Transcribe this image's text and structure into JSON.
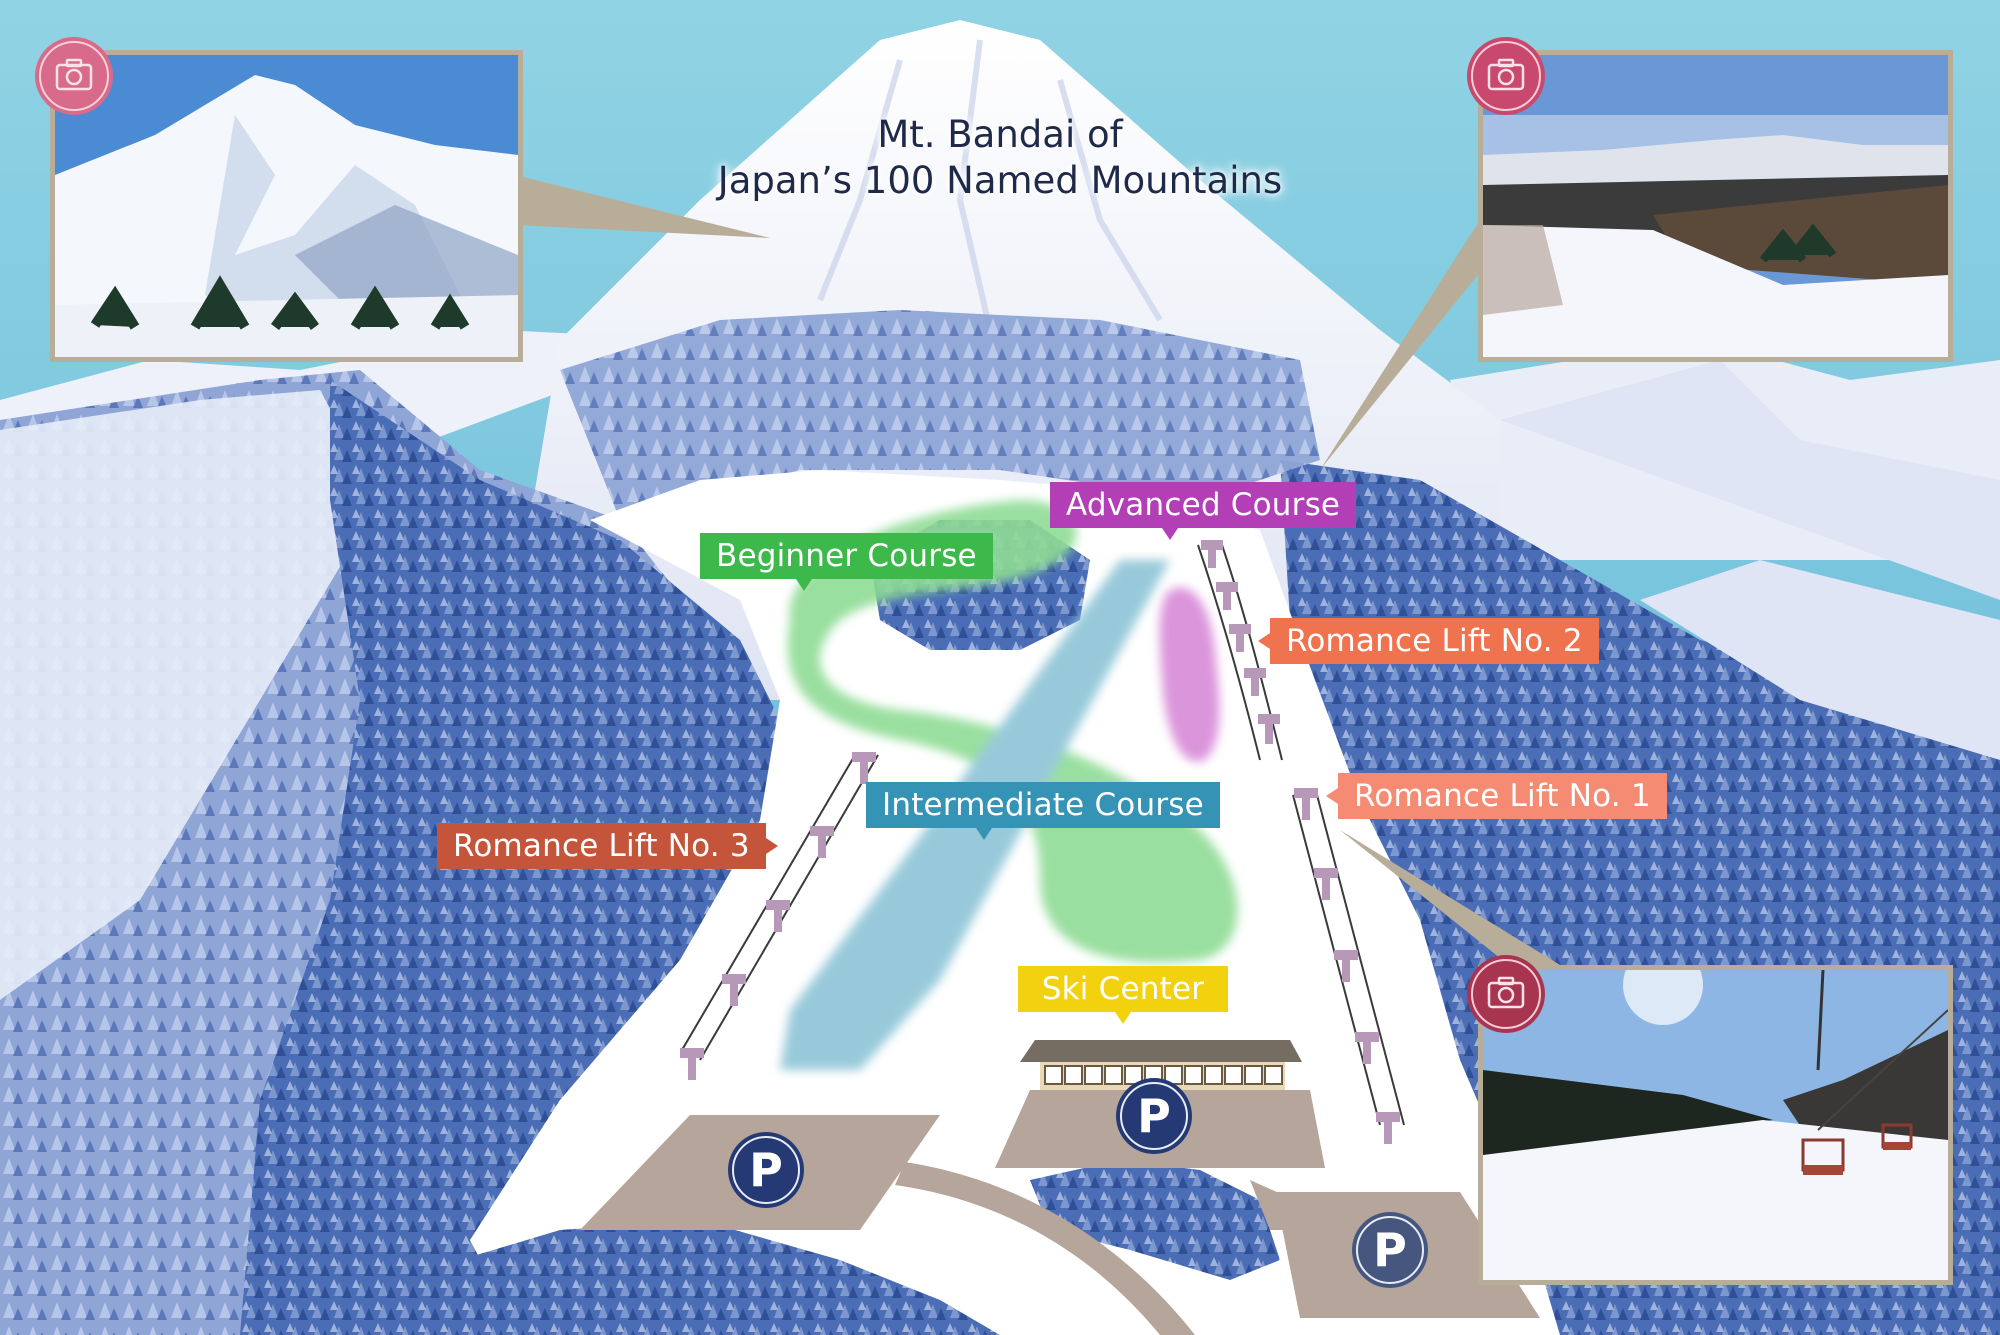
{
  "map": {
    "title_line1": "Mt. Bandai of",
    "title_line2": "Japan’s 100 Named Mountains",
    "colors": {
      "sky": "#8bd0e1",
      "forest": "#3d5fa8",
      "snow": "#ffffff",
      "parking_lot": "#b5a59a",
      "photo_frame": "#b8ad98",
      "camera_badge": "#d86a8a"
    }
  },
  "courses": [
    {
      "id": "beginner",
      "label": "Beginner Course",
      "color": "#3db84a",
      "fill": "#8fdc95"
    },
    {
      "id": "advanced",
      "label": "Advanced Course",
      "color": "#b23fb6",
      "fill": "#d88ad8"
    },
    {
      "id": "intermediate",
      "label": "Intermediate Course",
      "color": "#3593b5",
      "fill": "#8dc4d6"
    }
  ],
  "lifts": [
    {
      "id": "lift2",
      "label": "Romance Lift No. 2",
      "color": "#f0734f"
    },
    {
      "id": "lift1",
      "label": "Romance Lift No. 1",
      "color": "#f58b72"
    },
    {
      "id": "lift3",
      "label": "Romance Lift No. 3",
      "color": "#c5553a"
    }
  ],
  "facilities": {
    "ski_center": {
      "label": "Ski Center",
      "color": "#f2d20f"
    },
    "parking": [
      {
        "id": "parking-left",
        "symbol": "P"
      },
      {
        "id": "parking-center",
        "symbol": "P"
      },
      {
        "id": "parking-right",
        "symbol": "P"
      }
    ]
  },
  "photos": [
    {
      "id": "photo-mt-bandai",
      "icon": "camera-icon",
      "subject": "Snow-covered Mt. Bandai peak"
    },
    {
      "id": "photo-slope-view",
      "icon": "camera-icon",
      "subject": "View from top of slope over mountains"
    },
    {
      "id": "photo-chairlift",
      "icon": "camera-icon",
      "subject": "Chairlift along groomed slope"
    }
  ]
}
